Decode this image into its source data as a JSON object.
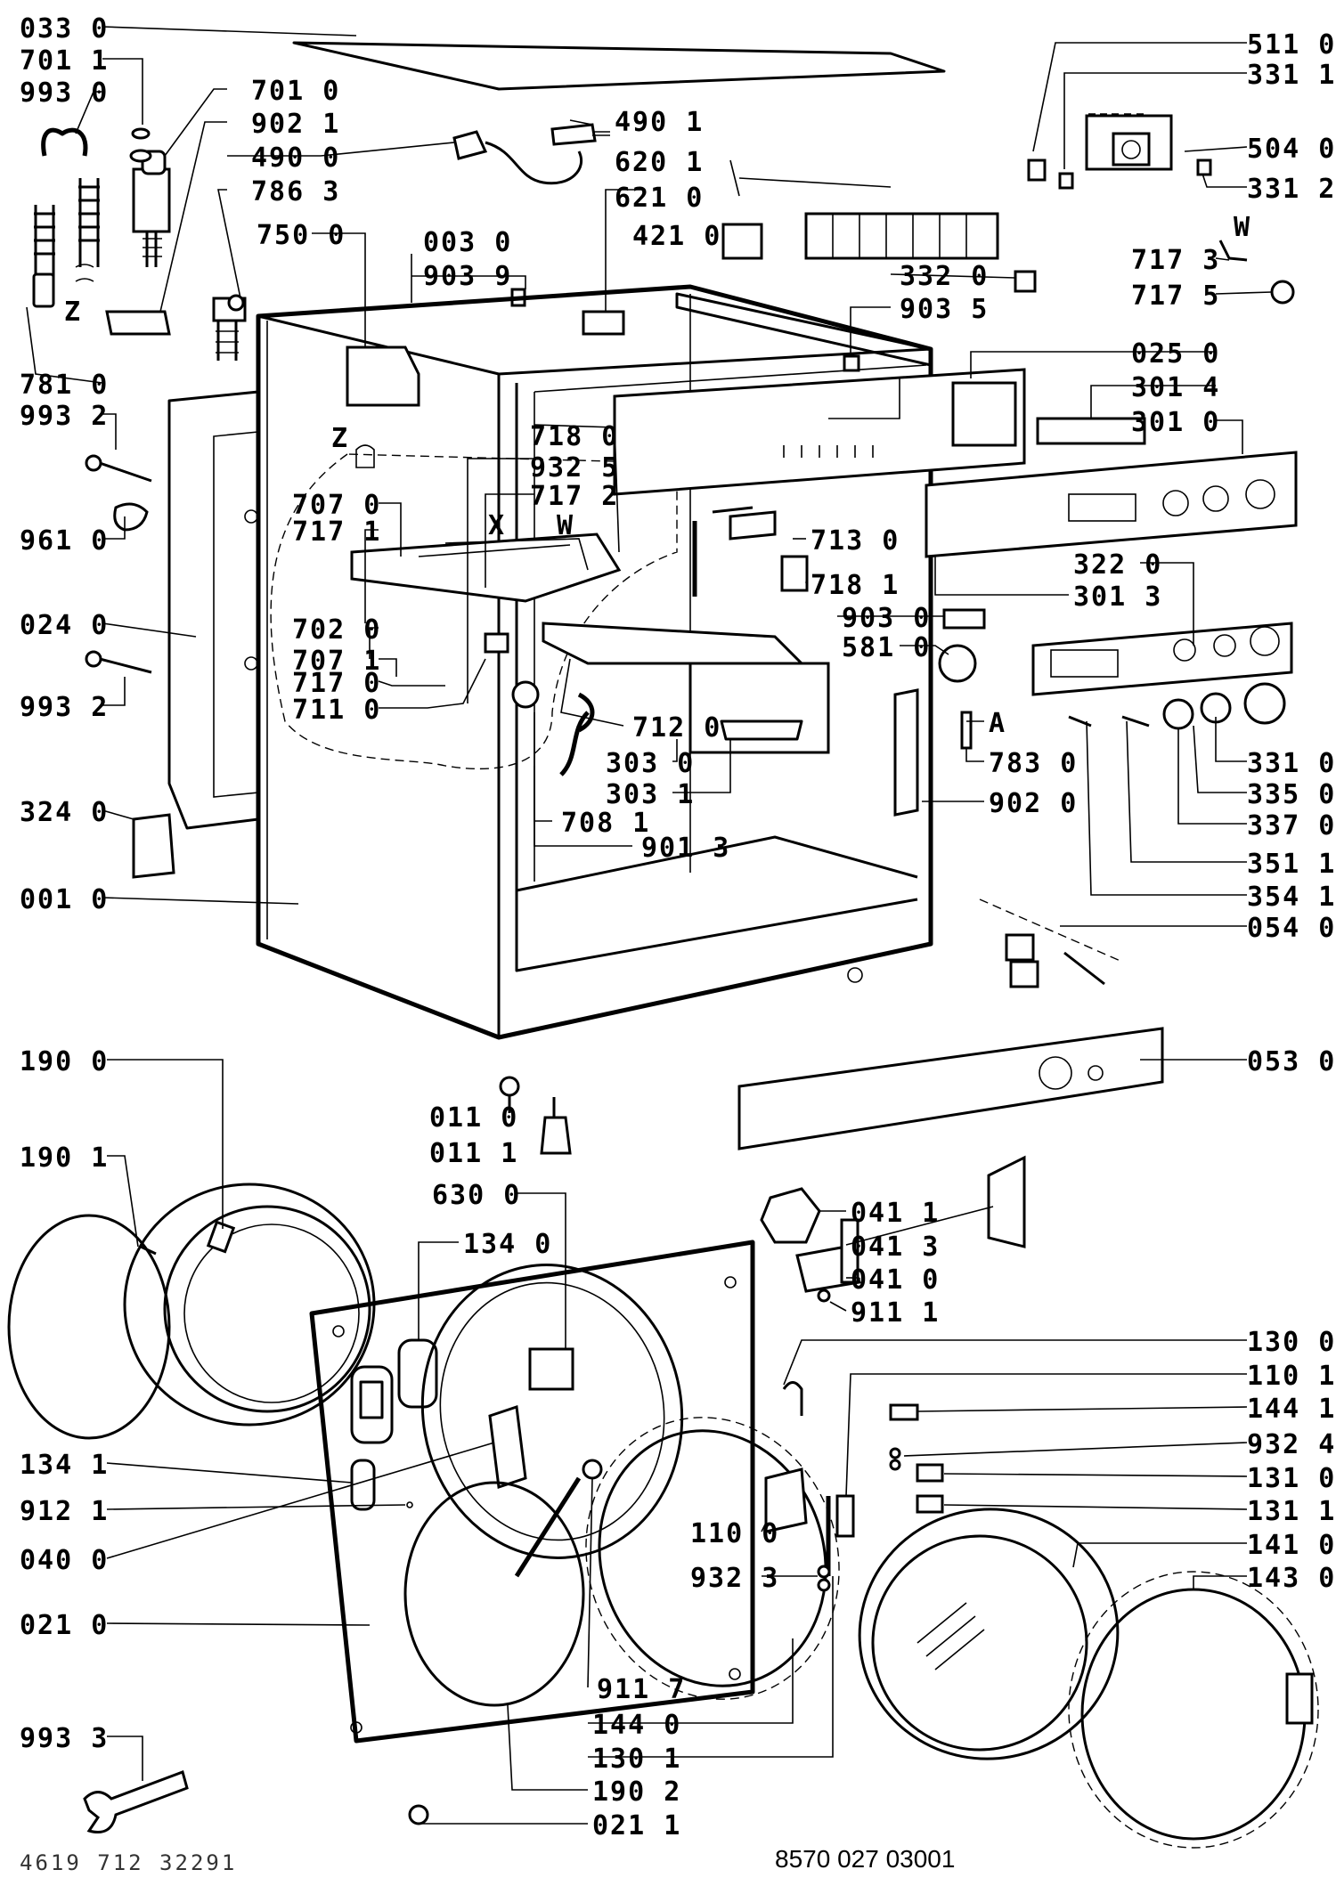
{
  "labels_left": [
    {
      "id": "033-0",
      "text": "033 0"
    },
    {
      "id": "701-1",
      "text": "701 1"
    },
    {
      "id": "993-0",
      "text": "993 0"
    },
    {
      "id": "781-0",
      "text": "781 0"
    },
    {
      "id": "993-2a",
      "text": "993 2"
    },
    {
      "id": "961-0",
      "text": "961 0"
    },
    {
      "id": "024-0",
      "text": "024 0"
    },
    {
      "id": "993-2b",
      "text": "993 2"
    },
    {
      "id": "324-0",
      "text": "324 0"
    },
    {
      "id": "001-0",
      "text": "001 0"
    },
    {
      "id": "190-0",
      "text": "190 0"
    },
    {
      "id": "190-1",
      "text": "190 1"
    },
    {
      "id": "134-1",
      "text": "134 1"
    },
    {
      "id": "912-1",
      "text": "912 1"
    },
    {
      "id": "040-0",
      "text": "040 0"
    },
    {
      "id": "021-0",
      "text": "021 0"
    },
    {
      "id": "993-3",
      "text": "993 3"
    }
  ],
  "labels_center": [
    {
      "id": "701-0",
      "text": "701 0"
    },
    {
      "id": "902-1",
      "text": "902 1"
    },
    {
      "id": "490-0",
      "text": "490 0"
    },
    {
      "id": "786-3",
      "text": "786 3"
    },
    {
      "id": "750-0",
      "text": "750 0"
    },
    {
      "id": "003-0",
      "text": "003 0"
    },
    {
      "id": "903-9",
      "text": "903 9"
    },
    {
      "id": "Z-upper",
      "text": "Z"
    },
    {
      "id": "Z-lower",
      "text": "Z"
    },
    {
      "id": "718-0",
      "text": "718 0"
    },
    {
      "id": "932-5",
      "text": "932 5"
    },
    {
      "id": "717-2",
      "text": "717 2"
    },
    {
      "id": "707-0",
      "text": "707 0"
    },
    {
      "id": "717-1",
      "text": "717 1"
    },
    {
      "id": "X",
      "text": "X"
    },
    {
      "id": "W-mid",
      "text": "W"
    },
    {
      "id": "702-0",
      "text": "702 0"
    },
    {
      "id": "707-1",
      "text": "707 1"
    },
    {
      "id": "717-0",
      "text": "717 0"
    },
    {
      "id": "711-0",
      "text": "711 0"
    },
    {
      "id": "712-0",
      "text": "712 0"
    },
    {
      "id": "303-0",
      "text": "303 0"
    },
    {
      "id": "303-1",
      "text": "303 1"
    },
    {
      "id": "708-1",
      "text": "708 1"
    },
    {
      "id": "901-3",
      "text": "901 3"
    },
    {
      "id": "490-1",
      "text": "490 1"
    },
    {
      "id": "620-1",
      "text": "620 1"
    },
    {
      "id": "621-0",
      "text": "621 0"
    },
    {
      "id": "421-0",
      "text": "421 0"
    },
    {
      "id": "332-0",
      "text": "332 0"
    },
    {
      "id": "903-5",
      "text": "903 5"
    },
    {
      "id": "713-0",
      "text": "713 0"
    },
    {
      "id": "718-1",
      "text": "718 1"
    },
    {
      "id": "903-0",
      "text": "903 0"
    },
    {
      "id": "581-0",
      "text": "581 0"
    },
    {
      "id": "A",
      "text": "A"
    },
    {
      "id": "783-0",
      "text": "783 0"
    },
    {
      "id": "902-0",
      "text": "902 0"
    },
    {
      "id": "301-3",
      "text": "301 3"
    },
    {
      "id": "322-0",
      "text": "322 0"
    },
    {
      "id": "011-0",
      "text": "011 0"
    },
    {
      "id": "011-1",
      "text": "011 1"
    },
    {
      "id": "630-0",
      "text": "630 0"
    },
    {
      "id": "134-0",
      "text": "134 0"
    },
    {
      "id": "041-1",
      "text": "041 1"
    },
    {
      "id": "041-3",
      "text": "041 3"
    },
    {
      "id": "041-0",
      "text": "041 0"
    },
    {
      "id": "911-1",
      "text": "911 1"
    },
    {
      "id": "110-0",
      "text": "110 0"
    },
    {
      "id": "932-3",
      "text": "932 3"
    },
    {
      "id": "911-7",
      "text": "911 7"
    },
    {
      "id": "144-0",
      "text": "144 0"
    },
    {
      "id": "130-1",
      "text": "130 1"
    },
    {
      "id": "190-2",
      "text": "190 2"
    },
    {
      "id": "021-1",
      "text": "021 1"
    }
  ],
  "labels_right": [
    {
      "id": "511-0",
      "text": "511 0"
    },
    {
      "id": "331-1",
      "text": "331 1"
    },
    {
      "id": "504-0",
      "text": "504 0"
    },
    {
      "id": "331-2",
      "text": "331 2"
    },
    {
      "id": "W-right",
      "text": "W"
    },
    {
      "id": "717-3",
      "text": "717 3"
    },
    {
      "id": "717-5",
      "text": "717 5"
    },
    {
      "id": "025-0",
      "text": "025 0"
    },
    {
      "id": "301-4",
      "text": "301 4"
    },
    {
      "id": "301-0",
      "text": "301 0"
    },
    {
      "id": "331-0",
      "text": "331 0"
    },
    {
      "id": "335-0",
      "text": "335 0"
    },
    {
      "id": "337-0",
      "text": "337 0"
    },
    {
      "id": "351-1",
      "text": "351 1"
    },
    {
      "id": "354-1",
      "text": "354 1"
    },
    {
      "id": "054-0",
      "text": "054 0"
    },
    {
      "id": "053-0",
      "text": "053 0"
    },
    {
      "id": "130-0",
      "text": "130 0"
    },
    {
      "id": "110-1",
      "text": "110 1"
    },
    {
      "id": "144-1",
      "text": "144 1"
    },
    {
      "id": "932-4",
      "text": "932 4"
    },
    {
      "id": "131-0",
      "text": "131 0"
    },
    {
      "id": "131-1",
      "text": "131 1"
    },
    {
      "id": "141-0",
      "text": "141 0"
    },
    {
      "id": "143-0",
      "text": "143 0"
    }
  ],
  "footer": {
    "left_code": "4619 712 32291",
    "right_code": "8570 027 03001"
  }
}
